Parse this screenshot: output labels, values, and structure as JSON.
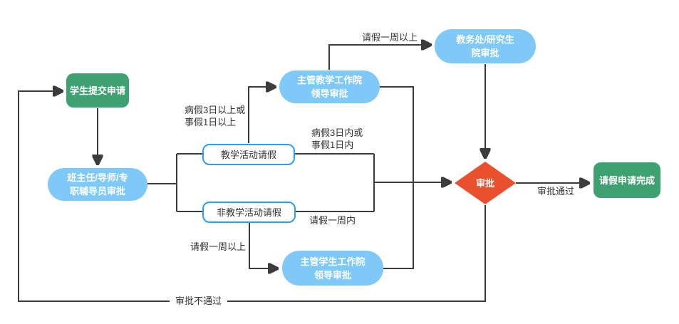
{
  "colors": {
    "canvas_bg": "#ffffff",
    "green": "#3da172",
    "blue_fill": "#7ec9f8",
    "blue_border": "#2b9df4",
    "red": "#e8502e",
    "line": "#3c3c3c",
    "label_text": "#333333"
  },
  "nodes": {
    "submit": {
      "label": "学生提交申请",
      "type": "start"
    },
    "counselor": {
      "label": "班主任/导师/专\n职辅导员审批",
      "type": "process"
    },
    "teaching": {
      "label": "教学活动请假",
      "type": "branch"
    },
    "nonteaching": {
      "label": "非教学活动请假",
      "type": "branch"
    },
    "dean_teaching": {
      "label": "主管教学工作院\n领导审批",
      "type": "process"
    },
    "academic": {
      "label": "教务处/研究生\n院审批",
      "type": "process"
    },
    "dean_student": {
      "label": "主管学生工作院\n领导审批",
      "type": "process"
    },
    "approval": {
      "label": "审批",
      "type": "decision"
    },
    "complete": {
      "label": "请假申请完成",
      "type": "end"
    }
  },
  "edge_labels": {
    "over_week_top": "请假一周以上",
    "sick_over": "病假3日以上或\n事假1日以上",
    "sick_within": "病假3日内或\n事假1日内",
    "within_week": "请假一周内",
    "over_week_bottom": "请假一周以上",
    "approved": "审批通过",
    "rejected": "审批不通过"
  },
  "edges": [
    {
      "from": "submit",
      "to": "counselor",
      "label": ""
    },
    {
      "from": "counselor",
      "to": "teaching",
      "label": ""
    },
    {
      "from": "counselor",
      "to": "nonteaching",
      "label": ""
    },
    {
      "from": "teaching",
      "to": "dean_teaching",
      "label": "病假3日以上或事假1日以上"
    },
    {
      "from": "teaching",
      "to": "approval",
      "label": "病假3日内或事假1日内"
    },
    {
      "from": "dean_teaching",
      "to": "academic",
      "label": "请假一周以上"
    },
    {
      "from": "dean_teaching",
      "to": "approval",
      "label": ""
    },
    {
      "from": "academic",
      "to": "approval",
      "label": ""
    },
    {
      "from": "nonteaching",
      "to": "approval",
      "label": "请假一周内"
    },
    {
      "from": "nonteaching",
      "to": "dean_student",
      "label": "请假一周以上"
    },
    {
      "from": "dean_student",
      "to": "approval",
      "label": ""
    },
    {
      "from": "approval",
      "to": "complete",
      "label": "审批通过"
    },
    {
      "from": "approval",
      "to": "submit",
      "label": "审批不通过"
    }
  ]
}
